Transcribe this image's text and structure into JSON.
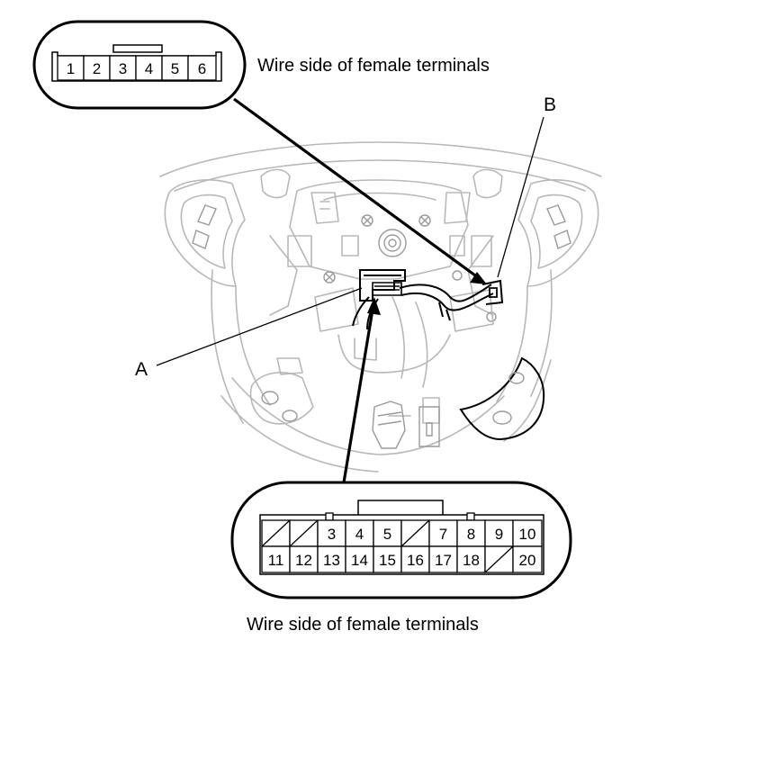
{
  "connector_a": {
    "label": "A",
    "caption": "Wire side of female terminals",
    "row1": [
      "",
      "",
      "3",
      "4",
      "5",
      "",
      "7",
      "8",
      "9",
      "10"
    ],
    "row2": [
      "11",
      "12",
      "13",
      "14",
      "15",
      "16",
      "17",
      "18",
      "",
      "20"
    ]
  },
  "connector_b": {
    "label": "B",
    "caption": "Wire side of female terminals",
    "cells": [
      "1",
      "2",
      "3",
      "4",
      "5",
      "6"
    ]
  }
}
